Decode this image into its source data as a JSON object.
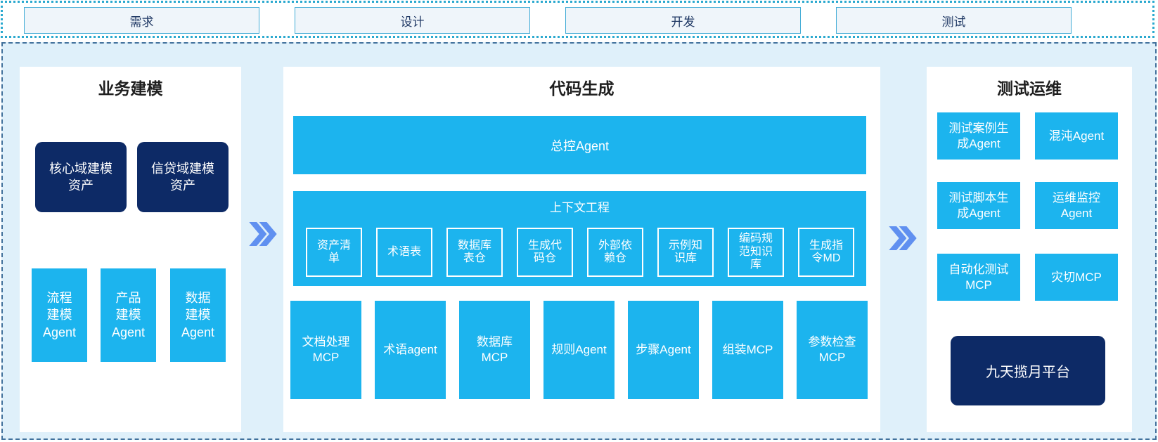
{
  "phases": [
    {
      "label": "需求"
    },
    {
      "label": "设计"
    },
    {
      "label": "开发"
    },
    {
      "label": "测试"
    }
  ],
  "business_modeling": {
    "title": "业务建模",
    "assets": [
      {
        "label": "核心域建模\n资产"
      },
      {
        "label": "信贷域建模\n资产"
      }
    ],
    "agents": [
      {
        "label": "流程\n建模\nAgent"
      },
      {
        "label": "产品\n建模\nAgent"
      },
      {
        "label": "数据\n建模\nAgent"
      }
    ]
  },
  "code_generation": {
    "title": "代码生成",
    "master_agent": "总控Agent",
    "context_engineering": {
      "title": "上下文工程",
      "items": [
        "资产清\n单",
        "术语表",
        "数据库\n表仓",
        "生成代\n码仓",
        "外部依\n赖仓",
        "示例知\n识库",
        "编码规\n范知识\n库",
        "生成指\n令MD"
      ]
    },
    "tools": [
      "文档处理\nMCP",
      "术语agent",
      "数据库\nMCP",
      "规则Agent",
      "步骤Agent",
      "组装MCP",
      "参数检查\nMCP"
    ]
  },
  "test_ops": {
    "title": "测试运维",
    "items": [
      "测试案例生\n成Agent",
      "混沌Agent",
      "测试脚本生\n成Agent",
      "运维监控\nAgent",
      "自动化测试\nMCP",
      "灾切MCP"
    ],
    "platform": "九天揽月平台"
  },
  "colors": {
    "accent_cyan": "#1CB4EE",
    "dark_navy": "#0D2A66",
    "container_bg": "#DFF0FA",
    "phase_box_bg": "#EFF5FA",
    "phase_box_border": "#41ABD6",
    "strip_dotted_border": "#2BA9CF",
    "main_dashed_border": "#41719C",
    "arrow_blue": "#6090F0",
    "phase_text": "#1F3864"
  }
}
